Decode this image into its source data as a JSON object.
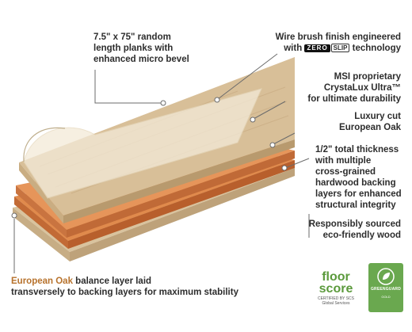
{
  "labels": {
    "random_planks": {
      "line1": "7.5\" x 75\" random",
      "line2": "length planks with",
      "line3": "enhanced micro bevel"
    },
    "wire_brush": {
      "line1": "Wire brush finish engineered",
      "line2_pre": "with",
      "zero": "ZERO",
      "slip": "SLIP",
      "line2_post": "technology"
    },
    "crystalux": {
      "line1": "MSI proprietary",
      "line2": "CrystaLux Ultra™",
      "line3": "for ultimate durability"
    },
    "luxury_cut": {
      "line1": "Luxury cut",
      "line2": "European Oak"
    },
    "thickness": {
      "line1": "1/2\" total thickness",
      "line2": "with multiple",
      "line3": "cross-grained",
      "line4": "hardwood backing",
      "line5": "layers for enhanced",
      "line6": "structural integrity"
    },
    "eco": {
      "line1": "Responsibly sourced",
      "line2": "eco-friendly wood"
    },
    "balance": {
      "accent": "European Oak",
      "line1_rest": " balance layer laid",
      "line2": "transversely to backing layers for maximum stability"
    }
  },
  "badges": {
    "floorscore": {
      "word1": "floor",
      "word2": "score",
      "sub": "CERTIFIED BY SCS Global Services"
    },
    "greenguard": {
      "title": "GREENGUARD",
      "sub": "GOLD"
    }
  },
  "colors": {
    "top_veneer": "#d8bf98",
    "veneer_edge": "#c9ad82",
    "core_layer": "#e08a4c",
    "core_edge": "#c26a35",
    "backing": "#d9c39e",
    "connector": "#6b6b6b",
    "green": "#5b9a3c"
  }
}
